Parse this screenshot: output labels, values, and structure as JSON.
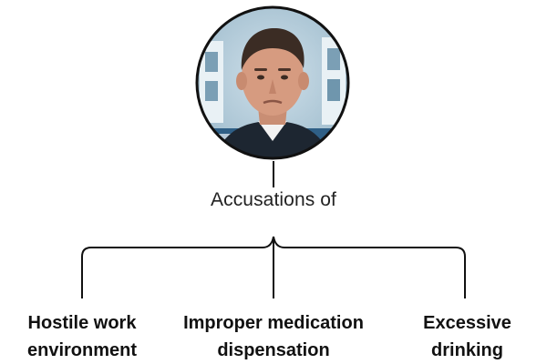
{
  "diagram": {
    "heading": "Accusations of",
    "branches": [
      {
        "line1": "Hostile work",
        "line2": "environment"
      },
      {
        "line1": "Improper medication",
        "line2": "dispensation"
      },
      {
        "line1": "Excessive",
        "line2": "drinking"
      }
    ]
  },
  "colors": {
    "line": "#111111",
    "portrait_border": "#111111"
  },
  "icons": [
    "portrait-photo"
  ]
}
